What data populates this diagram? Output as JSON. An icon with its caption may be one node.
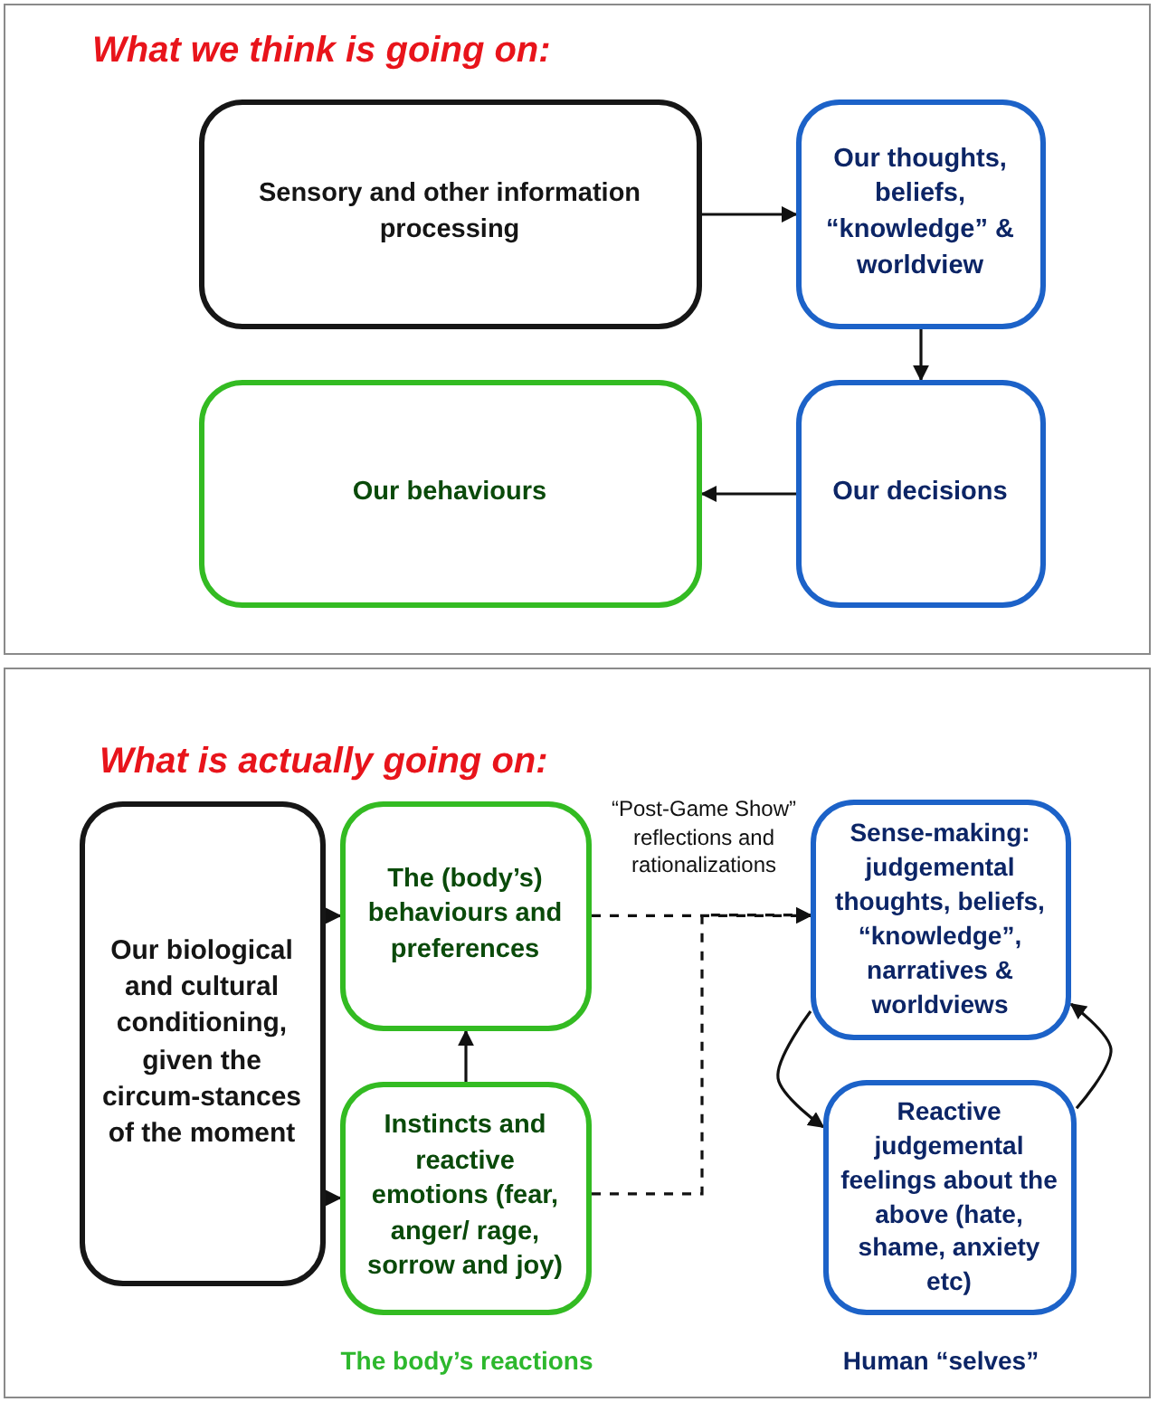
{
  "diagram": {
    "nodes": [
      {
        "text": [
          "What we think is going on:"
        ]
      },
      {
        "text": [
          "Sensory and other information processing"
        ],
        "in": 0
      },
      {
        "text": [
          "Our thoughts, beliefs, “knowledge” & worldview"
        ],
        "in": 0
      },
      {
        "text": [
          "Our decisions"
        ],
        "in": 0
      },
      {
        "text": [
          "Our behaviours"
        ],
        "in": 0
      },
      {
        "text": [
          "What is actually going on:"
        ]
      },
      {
        "text": [
          "Our biological and cultural conditioning, given the circum-stances of the moment"
        ],
        "in": 5
      },
      {
        "text": [
          "The (body’s) behaviours and preferences"
        ],
        "in": 5
      },
      {
        "text": [
          "Instincts and reactive emotions (fear, anger/ rage, sorrow and joy)"
        ],
        "in": 5
      },
      {
        "text": [
          "Sense-making: judgemental thoughts, beliefs, “knowledge”, narratives & worldviews"
        ],
        "in": 5
      },
      {
        "text": [
          "Reactive judgemental feelings about the above (hate, shame, anxiety etc)"
        ],
        "in": 5
      }
    ],
    "edges": [
      {
        "from": 1,
        "to": 2,
        "arrow": "to"
      },
      {
        "from": 2,
        "to": 3,
        "arrow": "to"
      },
      {
        "from": 3,
        "to": 4,
        "arrow": "to"
      },
      {
        "from": 6,
        "to": 7,
        "arrow": "to"
      },
      {
        "from": 6,
        "to": 8,
        "arrow": "to"
      },
      {
        "from": 8,
        "to": 7,
        "arrow": "to"
      },
      {
        "from": 7,
        "to": 9,
        "arrow": "to",
        "style": "dashed",
        "label": "“Post-Game Show” reflections and rationalizations"
      },
      {
        "from": 8,
        "to": 9,
        "arrow": "to",
        "style": "dashed"
      },
      {
        "from": 9,
        "to": 10,
        "arrow": "to"
      },
      {
        "from": 10,
        "to": 9,
        "arrow": "to"
      }
    ],
    "labels": [
      "The body’s reactions",
      "Human “selves”"
    ]
  }
}
